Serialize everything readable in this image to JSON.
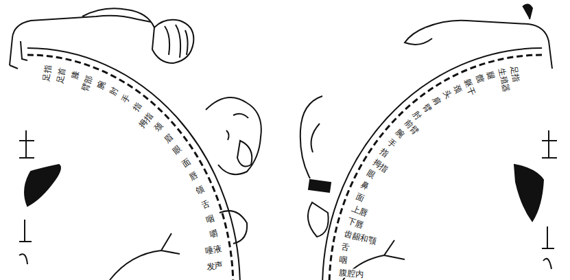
{
  "diagram": {
    "labels": [
      "足指",
      "足首",
      "膝",
      "臂部",
      "腕",
      "肘",
      "手",
      "指",
      "拇指",
      "颈",
      "眉",
      "眼",
      "面",
      "唇",
      "颌",
      "舌",
      "咽",
      "嚼",
      "唾液",
      "发声",
      "足指",
      "生殖器",
      "腿",
      "髋",
      "躯干",
      "颈",
      "头",
      "肩",
      "臂",
      "肘",
      "前臂",
      "腕",
      "手",
      "指",
      "拇指",
      "眼",
      "鼻",
      "面",
      "上唇",
      "下唇",
      "齿龈和颚",
      "舌",
      "咽",
      "腹腔内"
    ]
  }
}
